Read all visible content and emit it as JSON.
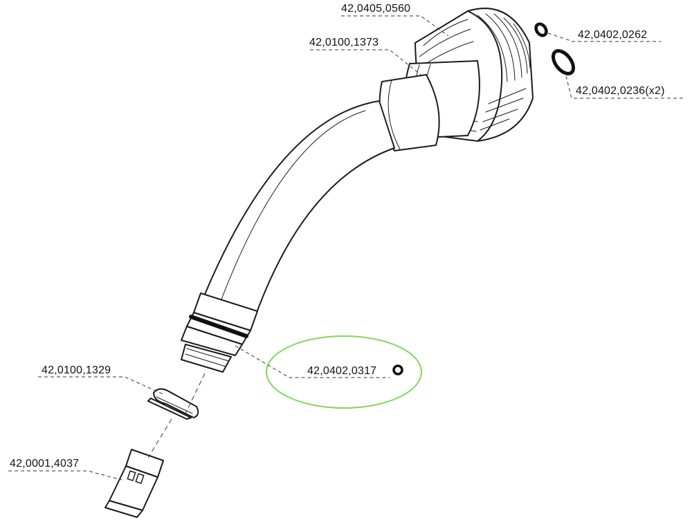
{
  "parts": {
    "nut": "42,0405,0560",
    "neck_body": "42,0100,1373",
    "small_oring": "42,0402,0262",
    "large_oring": "42,0402,0236(x2)",
    "tip_oring": "42,0402,0317",
    "insulator": "42,0100,1329",
    "diffuser": "42,0001,4037"
  },
  "highlight_color": "#7ed957"
}
